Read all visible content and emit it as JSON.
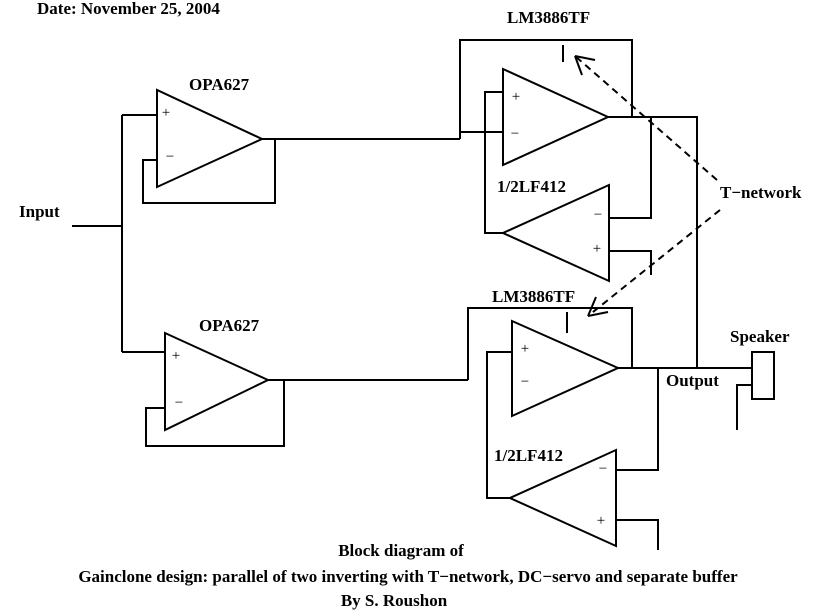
{
  "header": {
    "date": "Date: November 25, 2004"
  },
  "labels": {
    "input": "Input",
    "output": "Output",
    "speaker": "Speaker",
    "t_network": "T−network"
  },
  "amps": {
    "opa_top": "OPA627",
    "opa_bottom": "OPA627",
    "lm_top": "LM3886TF",
    "lm_bottom": "LM3886TF",
    "lf_top": "1/2LF412",
    "lf_bottom": "1/2LF412"
  },
  "pins": {
    "plus": "+",
    "minus": "−"
  },
  "caption": {
    "line1": "Block diagram of",
    "line2": "Gainclone design: parallel of two inverting with T−network, DC−servo and separate buffer",
    "line3": "By S. Roushon"
  }
}
